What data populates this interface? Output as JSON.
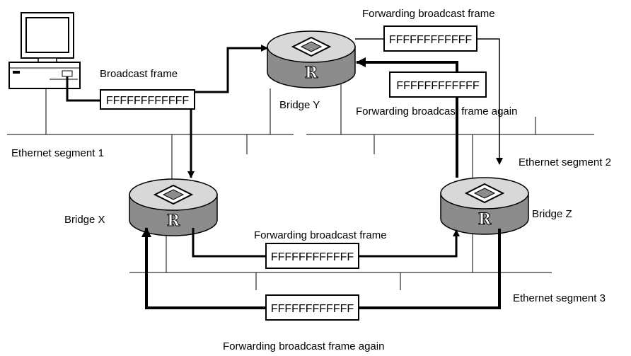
{
  "labels": {
    "broadcast_frame": "Broadcast frame",
    "forwarding_top": "Forwarding broadcast frame",
    "forwarding_again_mid": "Forwarding broadcast frame again",
    "forwarding_bottom": "Forwarding broadcast frame",
    "forwarding_again_bottom": "Forwarding broadcast frame again"
  },
  "bridges": {
    "x": "Bridge X",
    "y": "Bridge Y",
    "z": "Bridge Z"
  },
  "segments": {
    "s1": "Ethernet segment 1",
    "s2": "Ethernet segment 2",
    "s3": "Ethernet segment 3"
  },
  "frames": {
    "f1": "FFFFFFFFFFFF",
    "f2": "FFFFFFFFFFFF",
    "f3": "FFFFFFFFFFFF",
    "f4": "FFFFFFFFFFFF",
    "f5": "FFFFFFFFFFFF"
  },
  "router_letter": "R",
  "colors": {
    "router_top": "#d8d8d8",
    "router_side": "#8c8c8c",
    "line": "#000000"
  }
}
